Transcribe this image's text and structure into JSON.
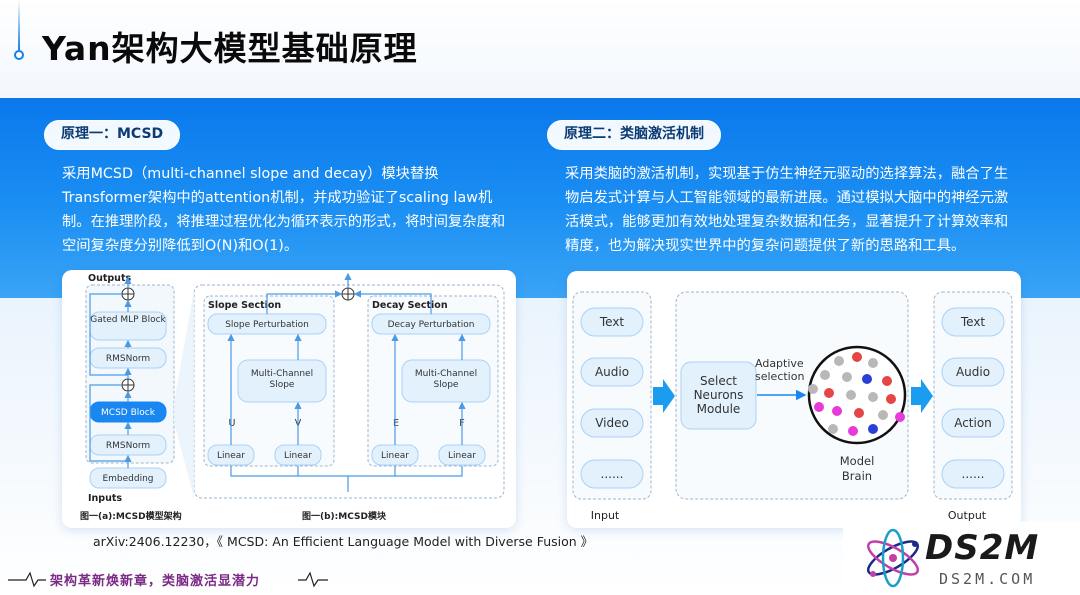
{
  "page": {
    "title": "Yan架构大模型基础原理"
  },
  "principles": [
    {
      "label": "原理一：MCSD",
      "text": "采用MCSD（multi-channel slope and decay）模块替换Transformer架构中的attention机制，并成功验证了scaling law机制。在推理阶段，将推理过程优化为循环表示的形式，将时间复杂度和空间复杂度分别降低到O(N)和O(1)。"
    },
    {
      "label": "原理二：类脑激活机制",
      "text": "采用类脑的激活机制，实现基于仿生神经元驱动的选择算法，融合了生物启发式计算与人工智能领域的最新进展。通过模拟大脑中的神经元激活模式，能够更加有效地处理复杂数据和任务，显著提升了计算效率和精度，也为解决现实世界中的复杂问题提供了新的思路和工具。"
    }
  ],
  "diagram1": {
    "outputs": "Outputs",
    "inputs": "Inputs",
    "gated_mlp": "Gated MLP Block",
    "rmsnorm_top": "RMSNorm",
    "mcsd_block": "MCSD Block",
    "rmsnorm_bottom": "RMSNorm",
    "embedding": "Embedding",
    "caption_a": "图一(a):MCSD模型架构",
    "caption_b": "图一(b):MCSD模块",
    "slope_section": "Slope Section",
    "decay_section": "Decay Section",
    "slope_perturbation": "Slope Perturbation",
    "decay_perturbation": "Decay Perturbation",
    "multi_channel_slope_1": "Multi-Channel Slope",
    "multi_channel_slope_2": "Multi-Channel Slope",
    "u": "U",
    "v": "V",
    "e": "E",
    "f": "F",
    "linear": "Linear"
  },
  "diagram2": {
    "inputs": [
      "Text",
      "Audio",
      "Video",
      "......"
    ],
    "input_label": "Input",
    "select_module": "Select Neurons Module",
    "adaptive": "Adaptive selection",
    "brain_label": "Model Brain",
    "outputs": [
      "Text",
      "Audio",
      "Action",
      "......"
    ],
    "output_label": "Output"
  },
  "reference": "arXiv:2406.12230，《 MCSD: An Efficient Language Model with Diverse Fusion 》",
  "footer": {
    "slogan": "架构革新焕新章，类脑激活显潜力",
    "logo_main": "DS2M",
    "logo_sub": "DS2M.COM"
  },
  "colors": {
    "accent": "#1a7ee6",
    "node_fill": "#e3f1fd",
    "node_stroke": "#a8d1f5",
    "highlight": "#1a86f0",
    "neuron_red": "#e64545",
    "neuron_blue": "#2a3fd6",
    "neuron_magenta": "#e63ad9",
    "neuron_gray": "#b8b8b8"
  }
}
